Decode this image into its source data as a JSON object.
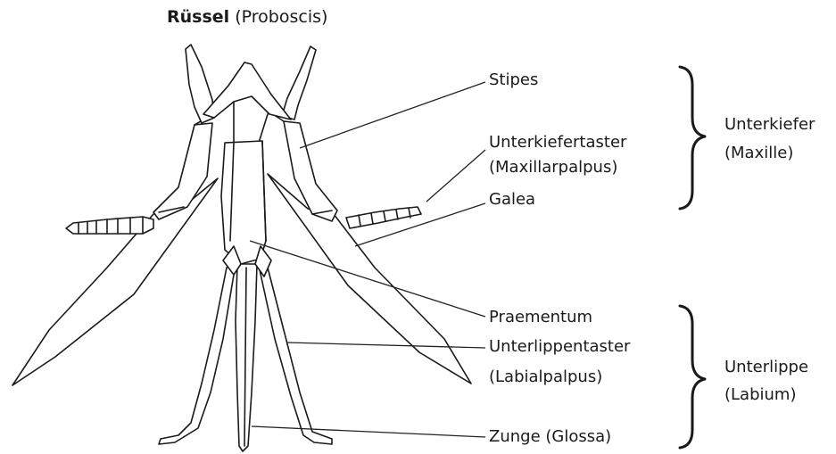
{
  "title": {
    "main": "Rüssel",
    "sub": "(Proboscis)"
  },
  "labels": {
    "stipes": "Stipes",
    "unterkiefertaster": "Unterkiefertaster",
    "maxillarpalpus": "(Maxillarpalpus)",
    "galea": "Galea",
    "praementum": "Praementum",
    "unterlippentaster": "Unterlippentaster",
    "labialpalpus": "(Labialpalpus)",
    "zunge": "Zunge (Glossa)"
  },
  "groups": {
    "unterkiefer": {
      "name": "Unterkiefer",
      "latin": "(Maxille)"
    },
    "unterlippe": {
      "name": "Unterlippe",
      "latin": "(Labium)"
    }
  }
}
